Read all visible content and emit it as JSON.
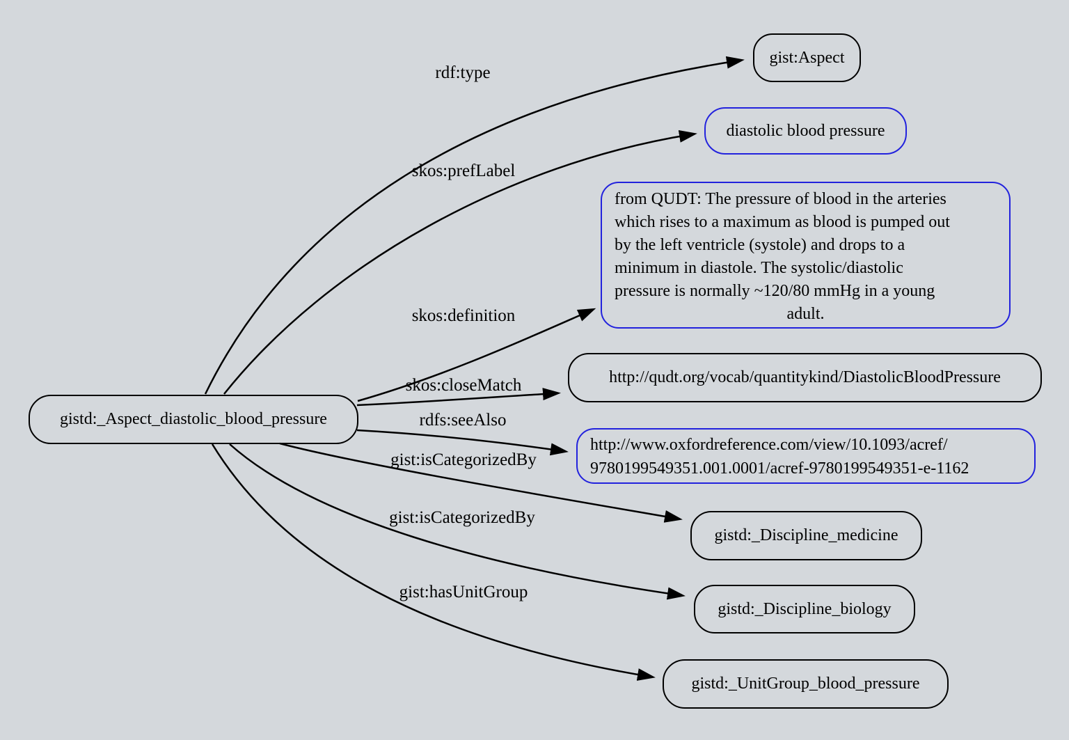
{
  "colors": {
    "background": "#d4d8dc",
    "edge": "#000000",
    "node-border": "#000000",
    "highlight-border": "#2222dd",
    "text": "#000000"
  },
  "graph": {
    "subject": {
      "label": "gistd:_Aspect_diastolic_blood_pressure"
    },
    "nodes": [
      {
        "id": "aspect",
        "label": "gist:Aspect",
        "border": "black"
      },
      {
        "id": "pref-label",
        "label": "diastolic blood pressure",
        "border": "blue"
      },
      {
        "id": "definition",
        "border": "blue",
        "lines": [
          "from QUDT: The pressure of blood in the arteries",
          "which rises to a maximum as blood is pumped out",
          "by the left ventricle (systole) and drops to a",
          "minimum in diastole. The systolic/diastolic",
          "pressure is normally ~120/80 mmHg in a young",
          "adult."
        ]
      },
      {
        "id": "close-match",
        "label": "http://qudt.org/vocab/quantitykind/DiastolicBloodPressure",
        "border": "black"
      },
      {
        "id": "see-also",
        "border": "blue",
        "lines": [
          "http://www.oxfordreference.com/view/10.1093/acref/",
          "9780199549351.001.0001/acref-9780199549351-e-1162"
        ]
      },
      {
        "id": "discipline-medicine",
        "label": "gistd:_Discipline_medicine",
        "border": "black"
      },
      {
        "id": "discipline-biology",
        "label": "gistd:_Discipline_biology",
        "border": "black"
      },
      {
        "id": "unit-group",
        "label": "gistd:_UnitGroup_blood_pressure",
        "border": "black"
      }
    ],
    "edges": [
      {
        "label": "rdf:type",
        "target": "aspect"
      },
      {
        "label": "skos:prefLabel",
        "target": "pref-label"
      },
      {
        "label": "skos:definition",
        "target": "definition"
      },
      {
        "label": "skos:closeMatch",
        "target": "close-match"
      },
      {
        "label": "rdfs:seeAlso",
        "target": "see-also"
      },
      {
        "label": "gist:isCategorizedBy",
        "target": "discipline-medicine"
      },
      {
        "label": "gist:isCategorizedBy",
        "target": "discipline-biology"
      },
      {
        "label": "gist:hasUnitGroup",
        "target": "unit-group"
      }
    ]
  }
}
